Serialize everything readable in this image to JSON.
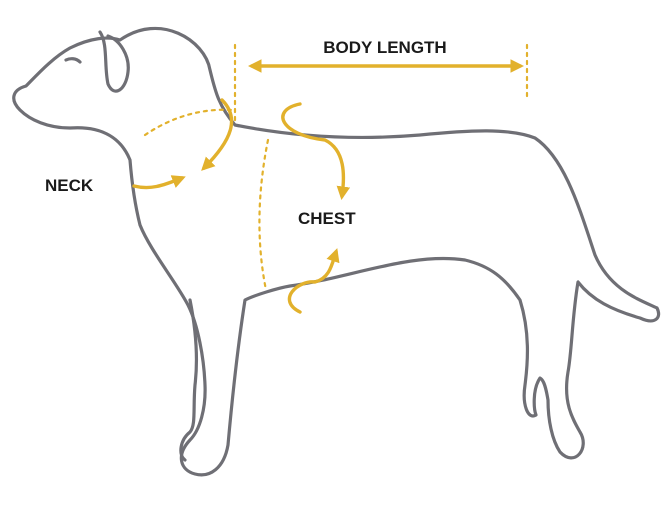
{
  "labels": {
    "body_length": "BODY LENGTH",
    "neck": "NECK",
    "chest": "CHEST"
  },
  "colors": {
    "outline": "#6f6f75",
    "measure": "#e2b12c",
    "text": "#1a1a1a",
    "background": "#ffffff"
  }
}
